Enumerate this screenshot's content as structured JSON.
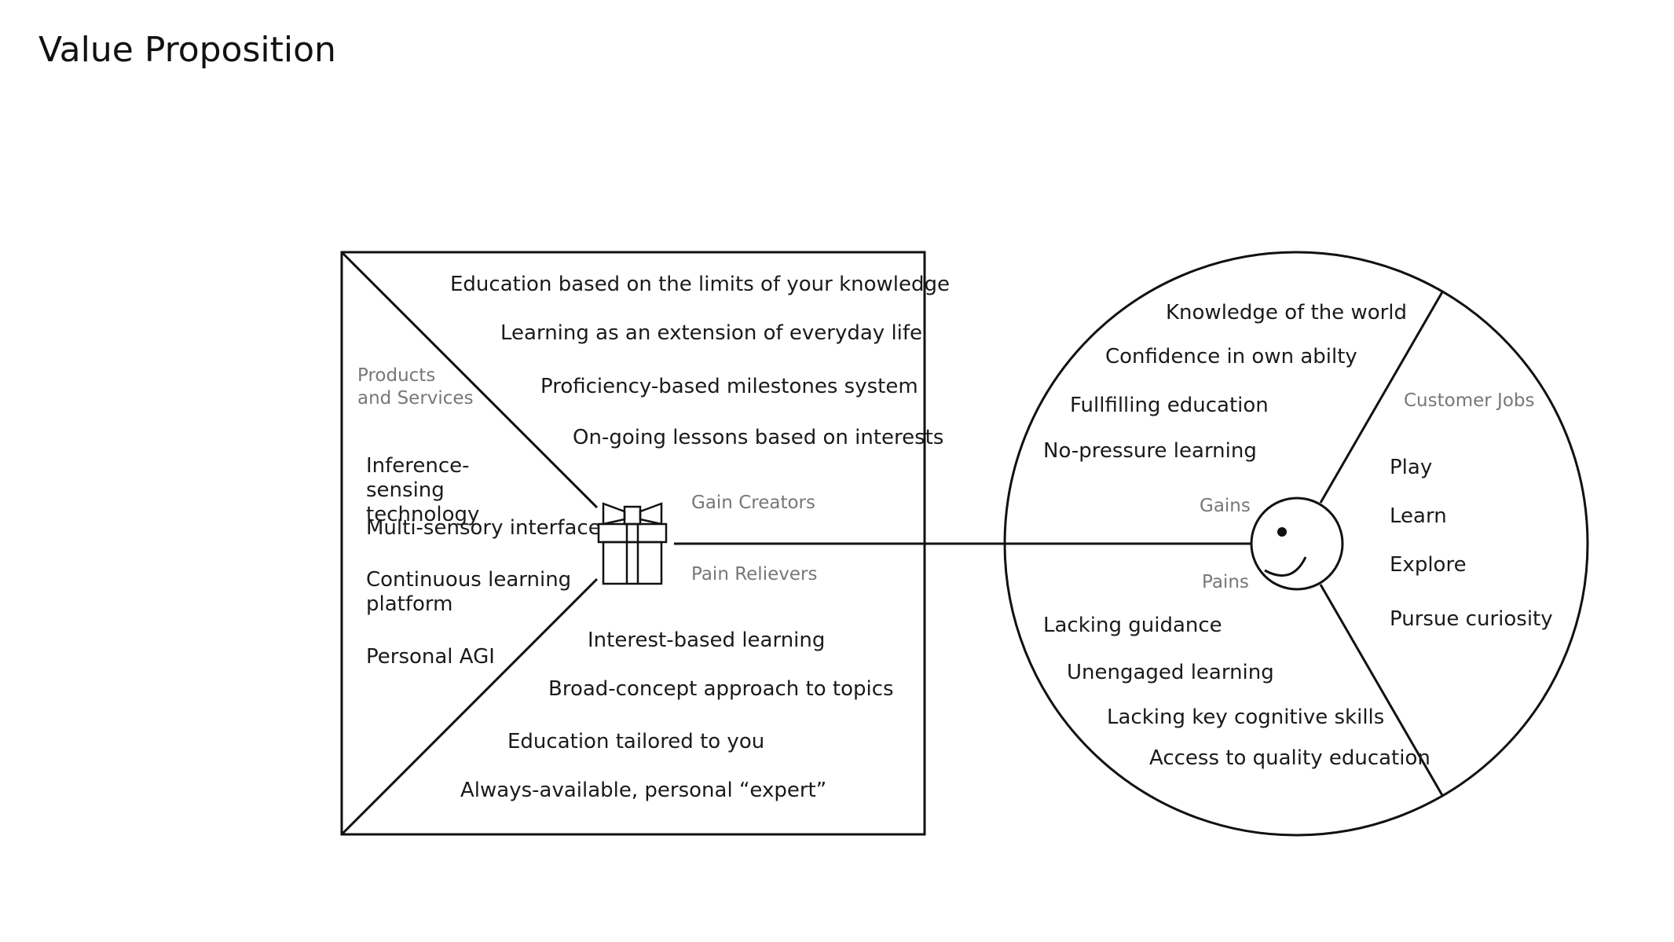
{
  "page": {
    "title": "Value Proposition"
  },
  "value_map": {
    "products_label": "Products\nand Services",
    "gain_creators_label": "Gain Creators",
    "pain_relievers_label": "Pain Relievers",
    "gain_creators": [
      "Education based on the limits of your knowledge",
      "Learning as an extension of everyday life",
      "Proficiency-based milestones system",
      "On-going lessons based on interests"
    ],
    "products": [
      "Inference-sensing technology",
      "Multi-sensory interface",
      "Continuous learning platform",
      "Personal AGI"
    ],
    "pain_relievers": [
      "Interest-based learning",
      "Broad-concept approach to topics",
      "Education tailored to you",
      "Always-available, personal “expert”"
    ],
    "icon": "gift-icon"
  },
  "customer_profile": {
    "gains_label": "Gains",
    "pains_label": "Pains",
    "jobs_label": "Customer Jobs",
    "gains": [
      "Knowledge of the world",
      "Confidence in own abilty",
      "Fullfilling education",
      "No-pressure learning"
    ],
    "pains": [
      "Lacking guidance",
      "Unengaged learning",
      "Lacking key cognitive skills",
      "Access to quality education"
    ],
    "jobs": [
      "Play",
      "Learn",
      "Explore",
      "Pursue curiosity"
    ],
    "icon": "smiley-face-icon"
  }
}
